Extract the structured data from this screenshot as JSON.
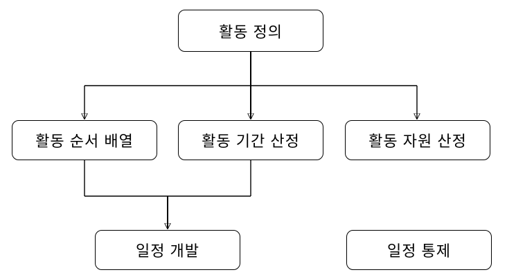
{
  "diagram": {
    "type": "flowchart",
    "background_color": "#ffffff",
    "box_fill_color": "#ffffff",
    "box_border_color": "#000000",
    "line_color": "#000000",
    "text_color": "#000000",
    "nodes": [
      {
        "id": "activity-definition",
        "label": "활동 정의"
      },
      {
        "id": "activity-sequencing",
        "label": "활동 순서 배열"
      },
      {
        "id": "activity-duration-estimating",
        "label": "활동 기간 산정"
      },
      {
        "id": "activity-resource-estimating",
        "label": "활동 자원 산정"
      },
      {
        "id": "schedule-development",
        "label": "일정 개발"
      },
      {
        "id": "schedule-control",
        "label": "일정 통제"
      }
    ],
    "edges": [
      {
        "from": "활동 정의",
        "to": "활동 순서 배열"
      },
      {
        "from": "활동 정의",
        "to": "활동 기간 산정"
      },
      {
        "from": "활동 정의",
        "to": "활동 자원 산정"
      },
      {
        "from": "활동 순서 배열",
        "to": "일정 개발"
      },
      {
        "from": "활동 기간 산정",
        "to": "일정 개발"
      }
    ]
  }
}
